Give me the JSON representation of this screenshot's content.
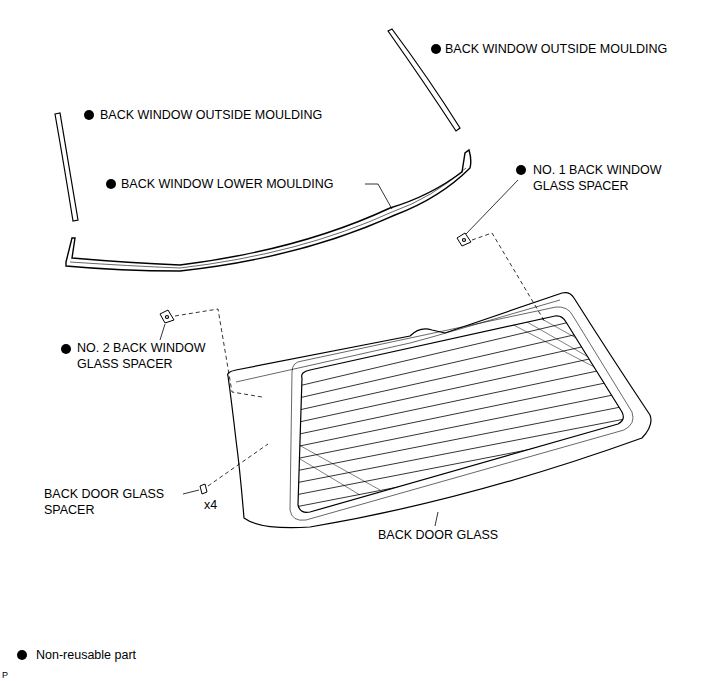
{
  "diagram": {
    "labels": [
      "BACK WINDOW OUTSIDE MOULDING",
      "BACK WINDOW OUTSIDE MOULDING",
      "BACK WINDOW LOWER MOULDING",
      "NO. 1 BACK WINDOW GLASS SPACER",
      "NO. 2 BACK WINDOW GLASS SPACER",
      "BACK DOOR GLASS SPACER",
      "x4",
      "BACK DOOR GLASS",
      "P"
    ],
    "legend": [
      {
        "text": "Non-reusable part"
      }
    ]
  }
}
